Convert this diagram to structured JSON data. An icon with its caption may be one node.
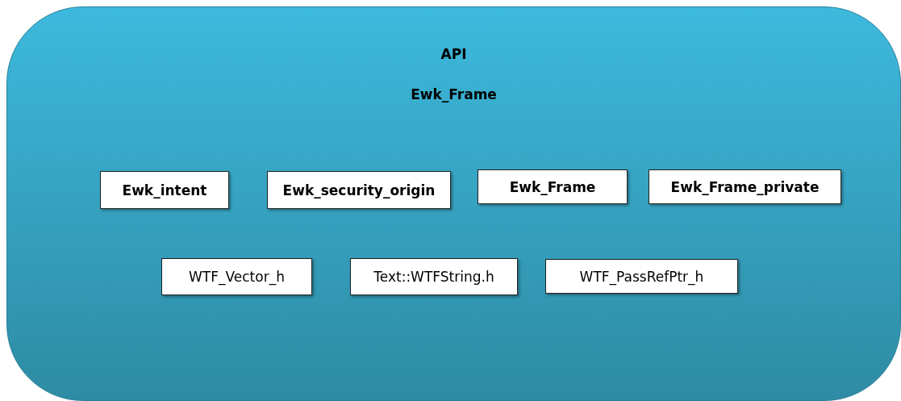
{
  "diagram": {
    "nodes": [
      {
        "text": [
          "API",
          "Ewk_Frame"
        ]
      },
      {
        "text": [
          "Ewk_intent"
        ],
        "in": 0
      },
      {
        "text": [
          "Ewk_security_origin"
        ],
        "in": 0
      },
      {
        "text": [
          "Ewk_Frame"
        ],
        "in": 0
      },
      {
        "text": [
          "Ewk_Frame_private"
        ],
        "in": 0
      },
      {
        "text": [
          "WTF_Vector_h"
        ],
        "in": 0
      },
      {
        "text": [
          "Text::WTFString.h"
        ],
        "in": 0
      },
      {
        "text": [
          "WTF_PassRefPtr_h"
        ],
        "in": 0
      }
    ]
  }
}
